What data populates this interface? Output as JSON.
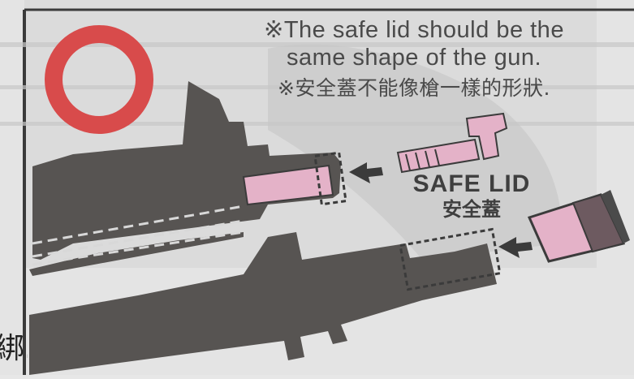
{
  "instruction": {
    "line1": "※The safe lid should be the",
    "line2": "same shape of the gun.",
    "line3": "※安全蓋不能像槍一樣的形狀."
  },
  "safe_lid_label": {
    "english": "SAFE LID",
    "chinese": "安全蓋"
  },
  "edge_text": "綁.",
  "colors": {
    "background": "#e7e7e7",
    "gun_silhouette": "#575452",
    "ring": "#d84b4b",
    "lid_pink": "#e4b2c8",
    "arrow": "#3b3b3b",
    "text": "#4a4a4a"
  },
  "icons": [
    "correct-circle-icon",
    "arrow-left-icon",
    "safe-lid-plug-icon",
    "safe-lid-cap-icon"
  ]
}
